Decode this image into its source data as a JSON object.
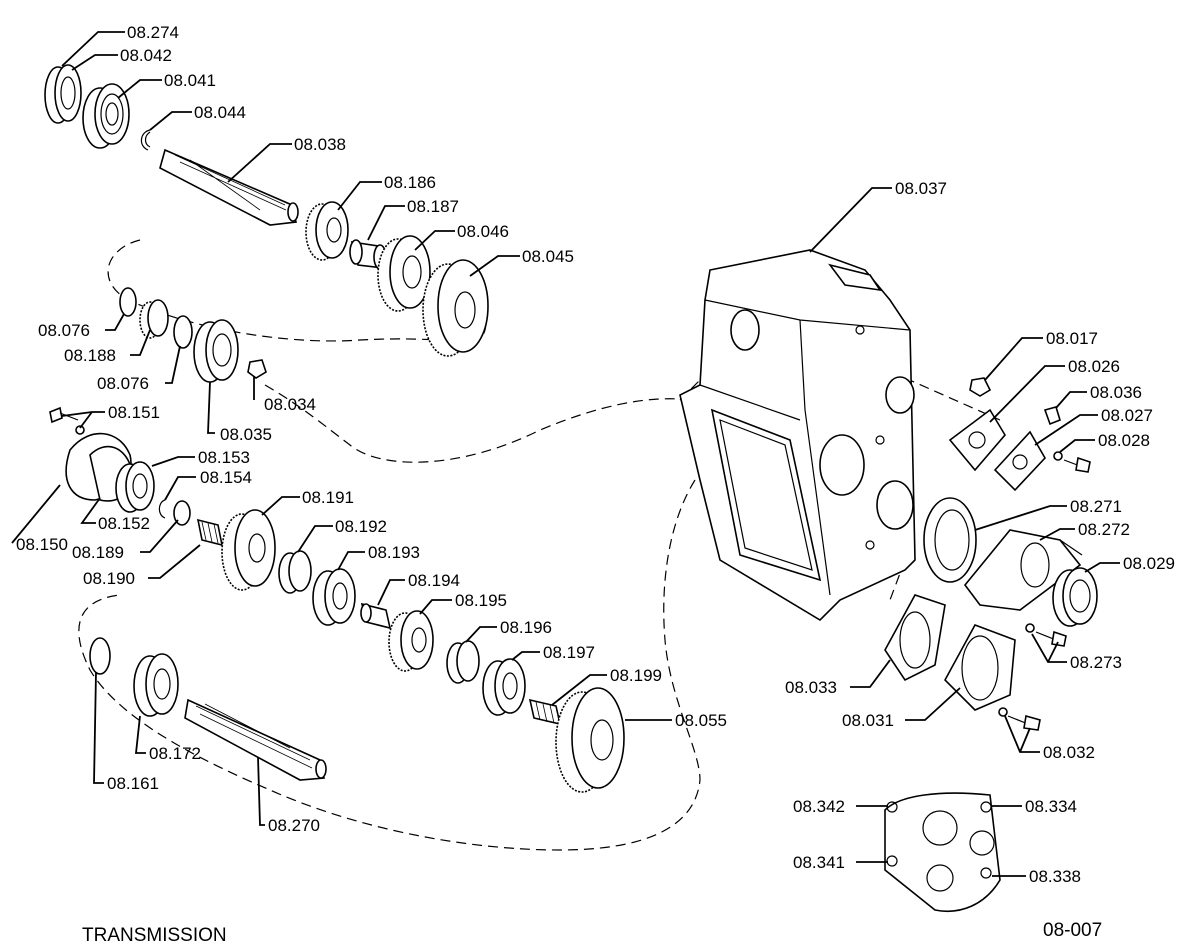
{
  "title": "TRANSMISSION",
  "figure_number": "08-007",
  "callouts": [
    {
      "id": "p08274",
      "label": "08.274"
    },
    {
      "id": "p08042",
      "label": "08.042"
    },
    {
      "id": "p08041",
      "label": "08.041"
    },
    {
      "id": "p08044",
      "label": "08.044"
    },
    {
      "id": "p08038",
      "label": "08.038"
    },
    {
      "id": "p08186",
      "label": "08.186"
    },
    {
      "id": "p08187",
      "label": "08.187"
    },
    {
      "id": "p08046",
      "label": "08.046"
    },
    {
      "id": "p08045",
      "label": "08.045"
    },
    {
      "id": "p08037",
      "label": "08.037"
    },
    {
      "id": "p08076a",
      "label": "08.076"
    },
    {
      "id": "p08188",
      "label": "08.188"
    },
    {
      "id": "p08076b",
      "label": "08.076"
    },
    {
      "id": "p08034",
      "label": "08.034"
    },
    {
      "id": "p08035",
      "label": "08.035"
    },
    {
      "id": "p08151",
      "label": "08.151"
    },
    {
      "id": "p08153",
      "label": "08.153"
    },
    {
      "id": "p08154",
      "label": "08.154"
    },
    {
      "id": "p08152",
      "label": "08.152"
    },
    {
      "id": "p08150",
      "label": "08.150"
    },
    {
      "id": "p08189",
      "label": "08.189"
    },
    {
      "id": "p08190",
      "label": "08.190"
    },
    {
      "id": "p08191",
      "label": "08.191"
    },
    {
      "id": "p08192",
      "label": "08.192"
    },
    {
      "id": "p08193",
      "label": "08.193"
    },
    {
      "id": "p08194",
      "label": "08.194"
    },
    {
      "id": "p08195",
      "label": "08.195"
    },
    {
      "id": "p08196",
      "label": "08.196"
    },
    {
      "id": "p08197",
      "label": "08.197"
    },
    {
      "id": "p08199",
      "label": "08.199"
    },
    {
      "id": "p08055",
      "label": "08.055"
    },
    {
      "id": "p08172",
      "label": "08.172"
    },
    {
      "id": "p08161",
      "label": "08.161"
    },
    {
      "id": "p08270",
      "label": "08.270"
    },
    {
      "id": "p08017",
      "label": "08.017"
    },
    {
      "id": "p08026",
      "label": "08.026"
    },
    {
      "id": "p08036",
      "label": "08.036"
    },
    {
      "id": "p08027",
      "label": "08.027"
    },
    {
      "id": "p08028",
      "label": "08.028"
    },
    {
      "id": "p08271",
      "label": "08.271"
    },
    {
      "id": "p08272",
      "label": "08.272"
    },
    {
      "id": "p08029",
      "label": "08.029"
    },
    {
      "id": "p08273",
      "label": "08.273"
    },
    {
      "id": "p08033",
      "label": "08.033"
    },
    {
      "id": "p08031",
      "label": "08.031"
    },
    {
      "id": "p08032",
      "label": "08.032"
    },
    {
      "id": "p08342",
      "label": "08.342"
    },
    {
      "id": "p08334",
      "label": "08.334"
    },
    {
      "id": "p08341",
      "label": "08.341"
    },
    {
      "id": "p08338",
      "label": "08.338"
    }
  ]
}
